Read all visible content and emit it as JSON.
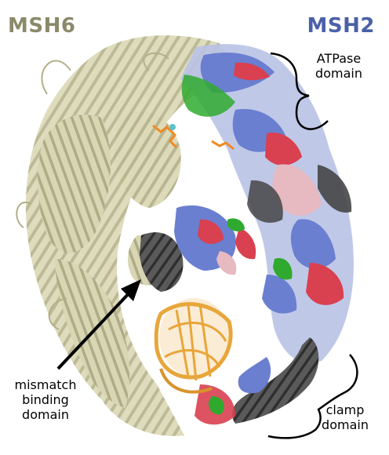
{
  "labels": {
    "msh6": "MSH6",
    "msh2": "MSH2",
    "atpase_line1": "ATPase",
    "atpase_line2": "domain",
    "mismatch_line1": "mismatch",
    "mismatch_line2": "binding",
    "mismatch_line3": "domain",
    "clamp_line1": "clamp",
    "clamp_line2": "domain"
  },
  "colors": {
    "msh6_protein": "#d6d4b2",
    "msh6_dark": "#a9a784",
    "msh2_blue": "#6a7fd0",
    "msh2_red": "#d94050",
    "msh2_pink": "#e7b9c0",
    "msh2_green": "#2faa2f",
    "msh2_gray": "#454545",
    "dna": "#e8a63a",
    "ligand": "#f08a24",
    "label_msh6": "#8a8a6a",
    "label_msh2": "#4a60a8"
  }
}
